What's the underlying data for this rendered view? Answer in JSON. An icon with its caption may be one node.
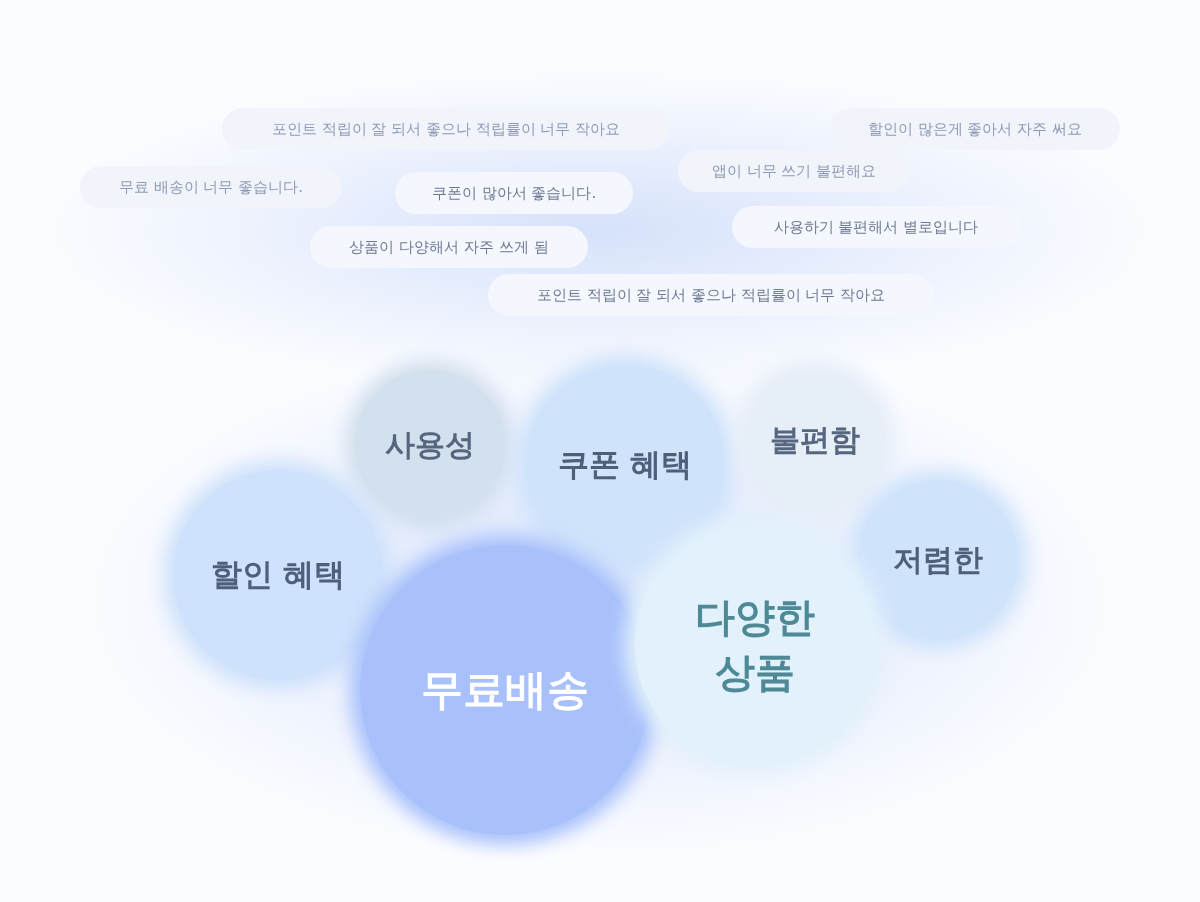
{
  "diagram": {
    "nodes": [
      {
        "text": [
          "포인트 적립이 잘 되서 좋으나 적립률이 너무 작아요"
        ]
      },
      {
        "text": [
          "할인이 많은게 좋아서 자주 써요"
        ]
      },
      {
        "text": [
          "앱이 너무 쓰기 불편해요"
        ]
      },
      {
        "text": [
          "무료 배송이 너무 좋습니다."
        ]
      },
      {
        "text": [
          "쿠폰이 많아서 좋습니다."
        ]
      },
      {
        "text": [
          "사용하기 불편해서 별로입니다"
        ]
      },
      {
        "text": [
          "상품이 다양해서 자주 쓰게 됨"
        ]
      },
      {
        "text": [
          "포인트 적립이 잘 되서 좋으나 적립률이 너무 작아요"
        ]
      },
      {
        "text": [
          "사용성"
        ]
      },
      {
        "text": [
          "쿠폰 혜택"
        ]
      },
      {
        "text": [
          "불편함"
        ]
      },
      {
        "text": [
          "할인 혜택"
        ]
      },
      {
        "text": [
          "저렴한"
        ]
      },
      {
        "text": [
          "무료배송"
        ]
      },
      {
        "text": [
          "다양한 상품"
        ]
      }
    ]
  }
}
